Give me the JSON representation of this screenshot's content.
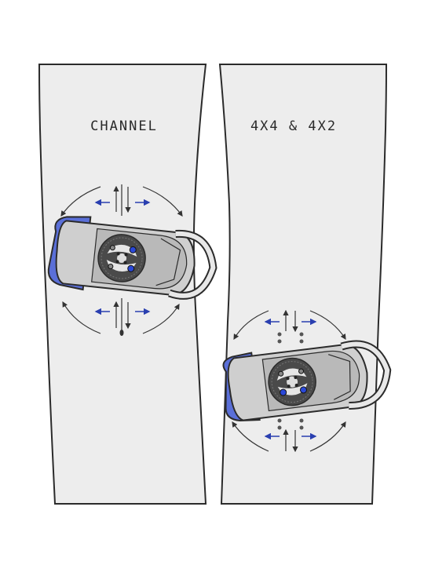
{
  "boards": [
    {
      "label": "CHANNEL",
      "mount": "channel"
    },
    {
      "label": "4X4 & 4X2",
      "mount": "4x4-4x2"
    }
  ],
  "colors": {
    "board_fill": "#ededed",
    "outline": "#2b2b2b",
    "binding_base": "#cfcfcf",
    "binding_footbed": "#b9b9b9",
    "highback_accent": "#5a6fd8",
    "adjust_arrow_blue": "#2a3fb0",
    "adjust_arrow_dark": "#333333",
    "disc": "#4a4a4a",
    "bolt_blue": "#2a48d8"
  },
  "icons": [
    "rotation-arrow-icon",
    "slide-arrow-icon",
    "mounting-disc-icon",
    "bolt-icon"
  ]
}
